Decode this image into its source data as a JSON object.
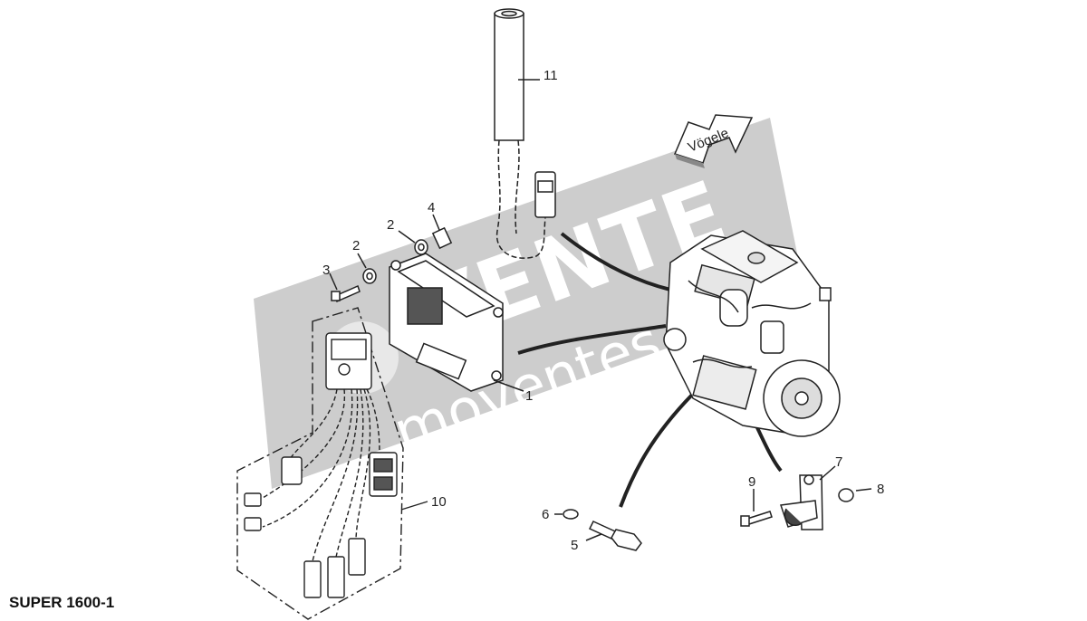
{
  "title": "SUPER 1600-1",
  "watermark": {
    "big": "VENTE",
    "small": "moventes.fr"
  },
  "direction_arrow": "Vögele",
  "callouts": [
    {
      "id": "c1",
      "label": "1"
    },
    {
      "id": "c2a",
      "label": "2"
    },
    {
      "id": "c2b",
      "label": "2"
    },
    {
      "id": "c3",
      "label": "3"
    },
    {
      "id": "c4",
      "label": "4"
    },
    {
      "id": "c5",
      "label": "5"
    },
    {
      "id": "c6",
      "label": "6"
    },
    {
      "id": "c7",
      "label": "7"
    },
    {
      "id": "c8",
      "label": "8"
    },
    {
      "id": "c9",
      "label": "9"
    },
    {
      "id": "c10",
      "label": "10"
    },
    {
      "id": "c11",
      "label": "11"
    }
  ],
  "colors": {
    "watermark_band": "#c8c8c8",
    "line": "#222222",
    "background": "#ffffff"
  }
}
